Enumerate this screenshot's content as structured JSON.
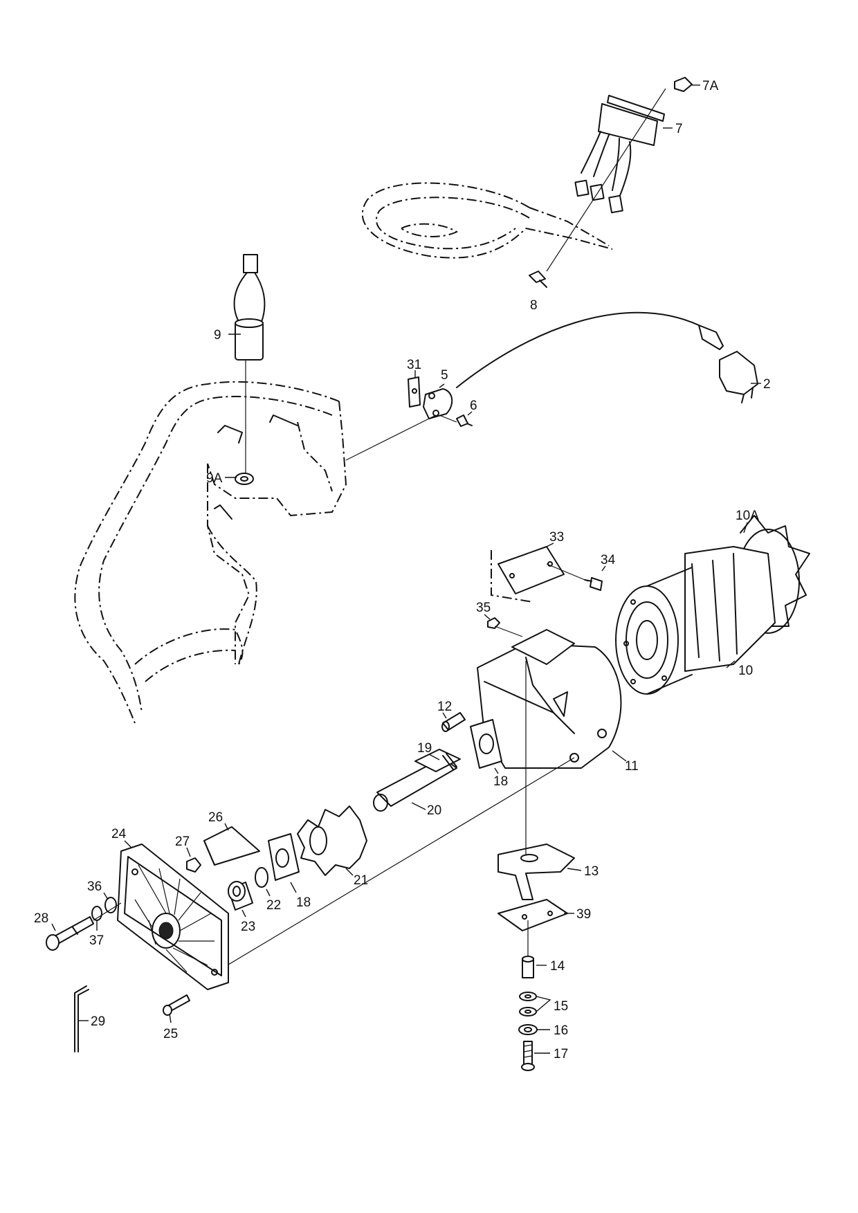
{
  "callouts": {
    "c7A": "7A",
    "c7": "7",
    "c8": "8",
    "c9": "9",
    "c9A": "9A",
    "c31": "31",
    "c5": "5",
    "c6": "6",
    "c2": "2",
    "c10A": "10A",
    "c33": "33",
    "c34": "34",
    "c35": "35",
    "c10": "10",
    "c12": "12",
    "c11": "11",
    "c19": "19",
    "c18a": "18",
    "c20": "20",
    "c26": "26",
    "c24": "24",
    "c27": "27",
    "c21": "21",
    "c13": "13",
    "c36": "36",
    "c22": "22",
    "c18b": "18",
    "c23": "23",
    "c39": "39",
    "c28": "28",
    "c37": "37",
    "c14": "14",
    "c15": "15",
    "c16": "16",
    "c29": "29",
    "c25": "25",
    "c17": "17"
  }
}
